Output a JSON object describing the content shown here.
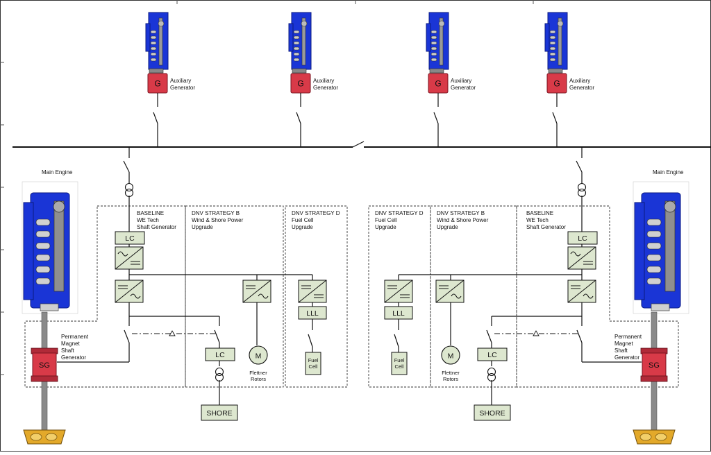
{
  "diagram": {
    "aux_label_line1": "Auxiliary",
    "aux_label_line2": "Generator",
    "generator_symbol": "G",
    "main_engine_label": "Main Engine",
    "pm_label": [
      "Permanent",
      "Magnet",
      "Shaft",
      "Generator"
    ],
    "sg_symbol": "SG",
    "lc_label": "LC",
    "lll_label": "LLL",
    "shore_label": "SHORE",
    "motor_symbol": "M",
    "flettner_label": [
      "Flettner",
      "Rotors"
    ],
    "fuel_cell_label": [
      "Fuel",
      "Cell"
    ],
    "baseline_header": [
      "BASELINE",
      "WE Tech",
      "Shaft Generator"
    ],
    "strategy_b_header": [
      "DNV STRATEGY B",
      "Wind & Shore Power",
      "Upgrade"
    ],
    "strategy_d_header": [
      "DNV STRATEGY D",
      "Fuel Cell",
      "Upgrade"
    ]
  },
  "colors": {
    "engine_blue": "#1a35d6",
    "engine_dark": "#0b1a80",
    "generator_red": "#d83a48",
    "converter_fill": "#dde7cf",
    "shaft_grey": "#8a8a8a",
    "propeller": "#e3a92a"
  },
  "icons": [
    "diesel-engine-icon",
    "generator-icon",
    "transformer-icon",
    "breaker-switch-icon",
    "converter-icon",
    "motor-icon",
    "propeller-icon"
  ]
}
